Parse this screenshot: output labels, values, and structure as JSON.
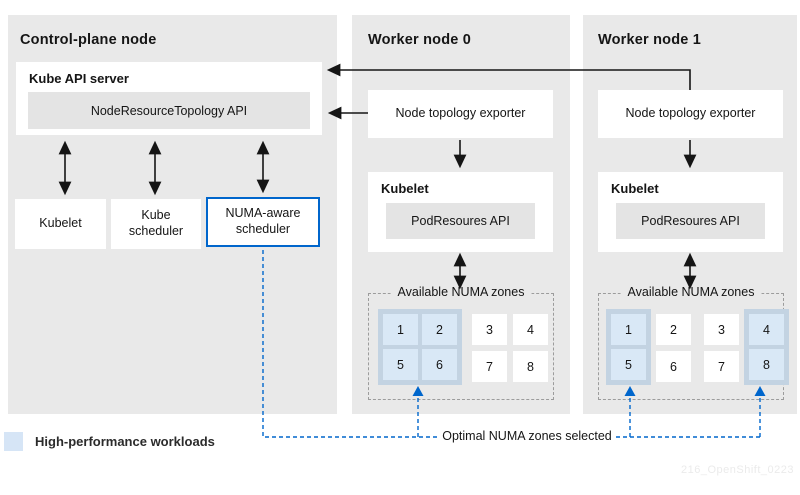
{
  "colors": {
    "panel_bg": "#e9e9e9",
    "box_bg": "#ffffff",
    "inner_box_bg": "#e4e4e4",
    "accent_blue": "#0066cc",
    "numa_group_bg": "#c3d3e2",
    "numa_cell_selected_bg": "#d9e8f6",
    "legend_swatch": "#d6e5f6",
    "arrow_color": "#151515",
    "text_color": "#151515"
  },
  "control_plane": {
    "title": "Control-plane node",
    "api_server_title": "Kube API server",
    "api_server_inner": "NodeResourceTopology API",
    "kubelet_label": "Kubelet",
    "kube_scheduler_label": "Kube scheduler",
    "numa_scheduler_label": "NUMA-aware scheduler"
  },
  "worker0": {
    "title": "Worker node 0",
    "exporter_label": "Node topology exporter",
    "kubelet_title": "Kubelet",
    "kubelet_inner": "PodResoures API",
    "zones_label": "Available NUMA zones",
    "cells": [
      "1",
      "2",
      "3",
      "4",
      "5",
      "6",
      "7",
      "8"
    ],
    "selected_zones": [
      1,
      2,
      5,
      6
    ]
  },
  "worker1": {
    "title": "Worker node 1",
    "exporter_label": "Node topology exporter",
    "kubelet_title": "Kubelet",
    "kubelet_inner": "PodResoures API",
    "zones_label": "Available NUMA zones",
    "cells": [
      "1",
      "2",
      "3",
      "4",
      "5",
      "6",
      "7",
      "8"
    ],
    "selected_zones": [
      1,
      5,
      4,
      8
    ]
  },
  "legend": {
    "label": "High-performance workloads"
  },
  "annotation": {
    "label": "Optimal NUMA zones selected"
  },
  "watermark": "216_OpenShift_0223"
}
